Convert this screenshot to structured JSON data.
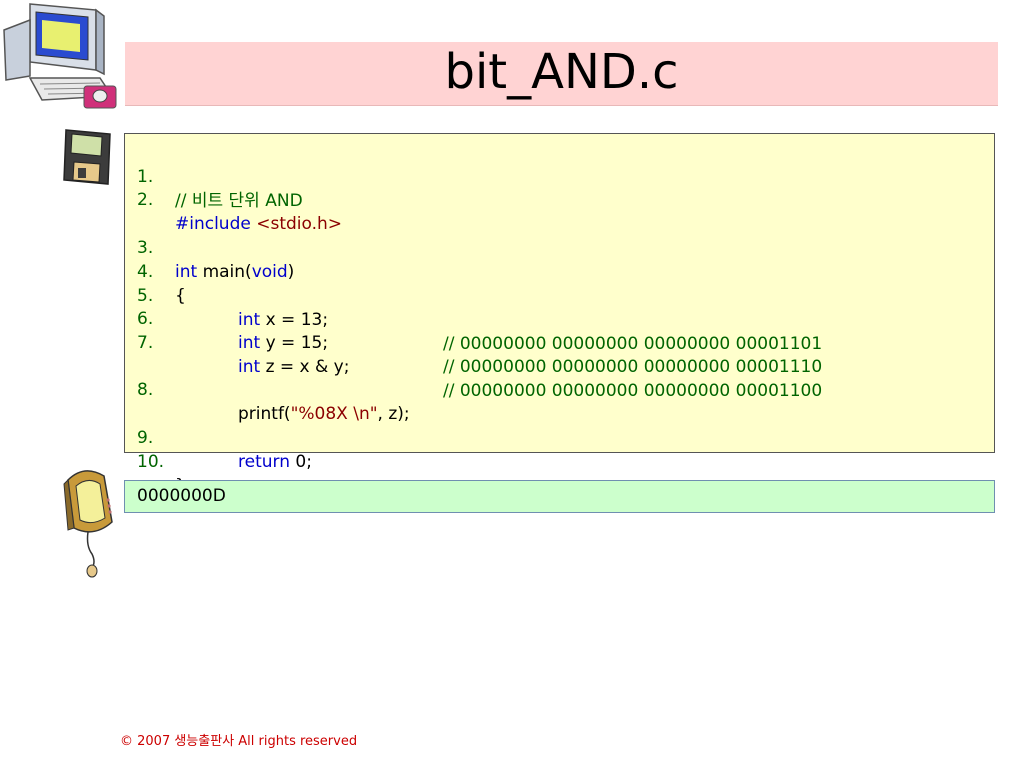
{
  "slide": {
    "title": "bit_AND.c"
  },
  "code": {
    "lines": [
      {
        "num": "1.",
        "comment_text": "// 비트 단위 AND"
      },
      {
        "num": "2.",
        "include_kw": "#include",
        "header": "<stdio.h>"
      },
      {
        "num": "3.",
        "kw": "int",
        "main": "main(",
        "void_kw": "void",
        "close": ")"
      },
      {
        "num": "4.",
        "text": "{"
      },
      {
        "num": "5.",
        "kw": "int",
        "stmt": "x = 13;",
        "comment": "// 00000000 00000000 00000000 00001101"
      },
      {
        "num": "6.",
        "kw": "int",
        "stmt": "y = 15;",
        "comment": "// 00000000 00000000 00000000 00001110"
      },
      {
        "num": "7.",
        "kw": "int",
        "stmt": "z = x & y;",
        "comment": "// 00000000 00000000 00000000 00001100"
      },
      {
        "num": "8.",
        "fn": "printf(",
        "str": "\"%08X \\n\"",
        "args": ", z);"
      },
      {
        "num": "9.",
        "kw": "return",
        "stmt": "0;"
      },
      {
        "num": "10.",
        "text": "}"
      }
    ]
  },
  "output": {
    "text": "0000000D"
  },
  "footer": {
    "text": "© 2007 생능출판사  All rights reserved"
  },
  "icons": {
    "computer": "computer-clipart-icon",
    "floppy": "floppy-disk-icon",
    "monitor": "monitor-clipart-icon"
  }
}
